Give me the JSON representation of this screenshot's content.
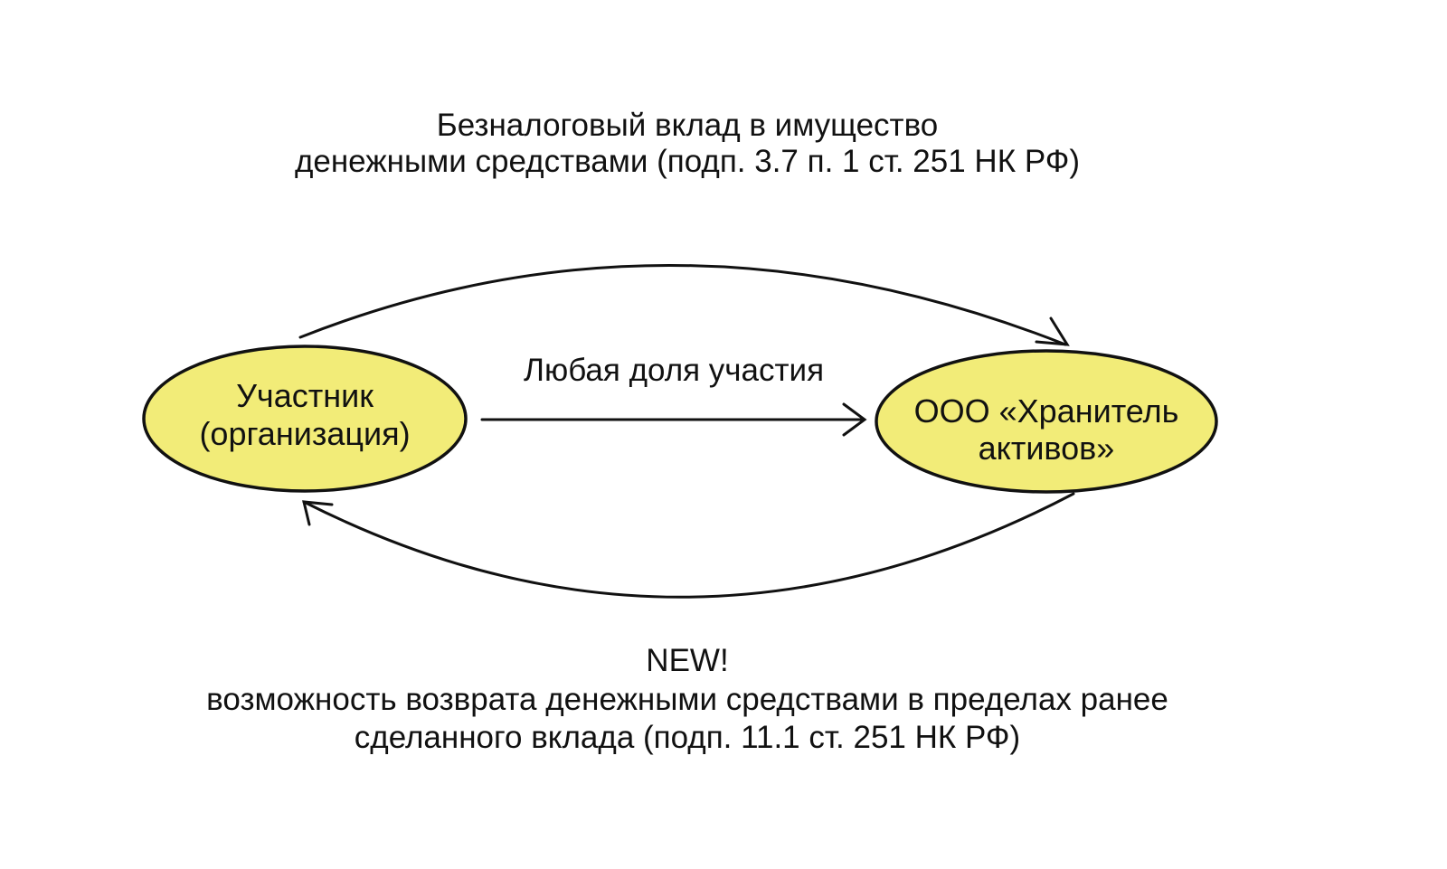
{
  "title": {
    "line1": "Безналоговый вклад в имущество",
    "line2": "денежными средствами (подп. 3.7 п. 1 ст. 251 НК РФ)"
  },
  "nodes": {
    "participant": {
      "line1": "Участник",
      "line2": "(организация)"
    },
    "keeper": {
      "line1": "ООО «Хранитель",
      "line2": "активов»"
    }
  },
  "edge_label": "Любая доля участия",
  "bottom_note": {
    "badge": "NEW!",
    "line1": "возможность возврата денежными средствами в пределах ранее",
    "line2": "сделанного вклада (подп. 11.1 ст. 251  НК РФ)"
  },
  "colors": {
    "node_fill": "#f2ec78",
    "stroke": "#111111"
  }
}
